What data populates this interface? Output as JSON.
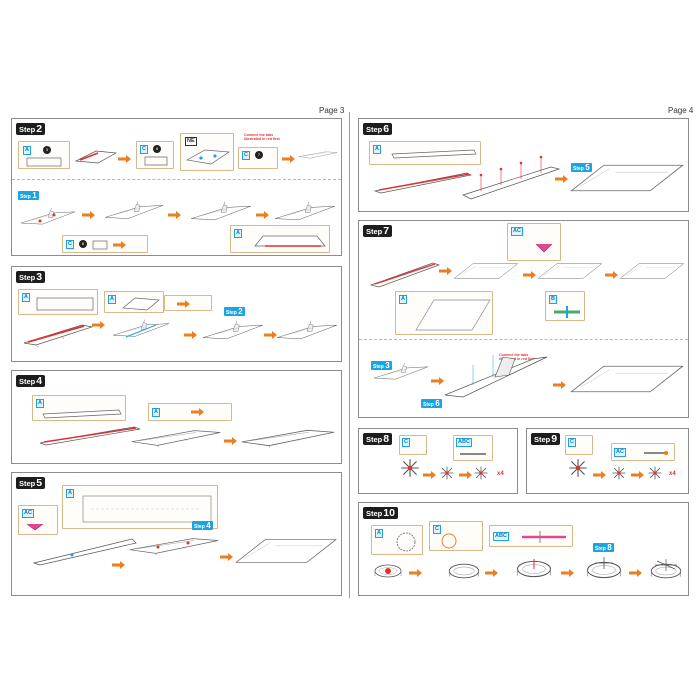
{
  "pages": {
    "left": {
      "label": "Page 3"
    },
    "right": {
      "label": "Page 4"
    }
  },
  "step_word": "Step",
  "steps": {
    "s2": {
      "num": "2"
    },
    "s3": {
      "num": "3"
    },
    "s4": {
      "num": "4"
    },
    "s5": {
      "num": "5"
    },
    "s6": {
      "num": "6"
    },
    "s7": {
      "num": "7"
    },
    "s8": {
      "num": "8"
    },
    "s9": {
      "num": "9"
    },
    "s10": {
      "num": "10"
    }
  },
  "refs": {
    "r1": {
      "num": "1"
    },
    "r2": {
      "num": "2"
    },
    "r3": {
      "num": "3"
    },
    "r4": {
      "num": "4"
    },
    "r5": {
      "num": "5"
    },
    "r6": {
      "num": "6"
    },
    "r8": {
      "num": "8"
    }
  },
  "notes": {
    "step2": "Connect the tabs\nillustrated in red first",
    "step7": "Connect the tabs\nillustrated in red first"
  },
  "quantities": {
    "step8": "x4",
    "step9": "x4"
  },
  "labels": {
    "ne": "NE"
  },
  "colors": {
    "accent": "#1ba4e0",
    "arrow": "#ee7d1f",
    "highlight": "#e2302f",
    "step_bg": "#1d1d1d"
  }
}
